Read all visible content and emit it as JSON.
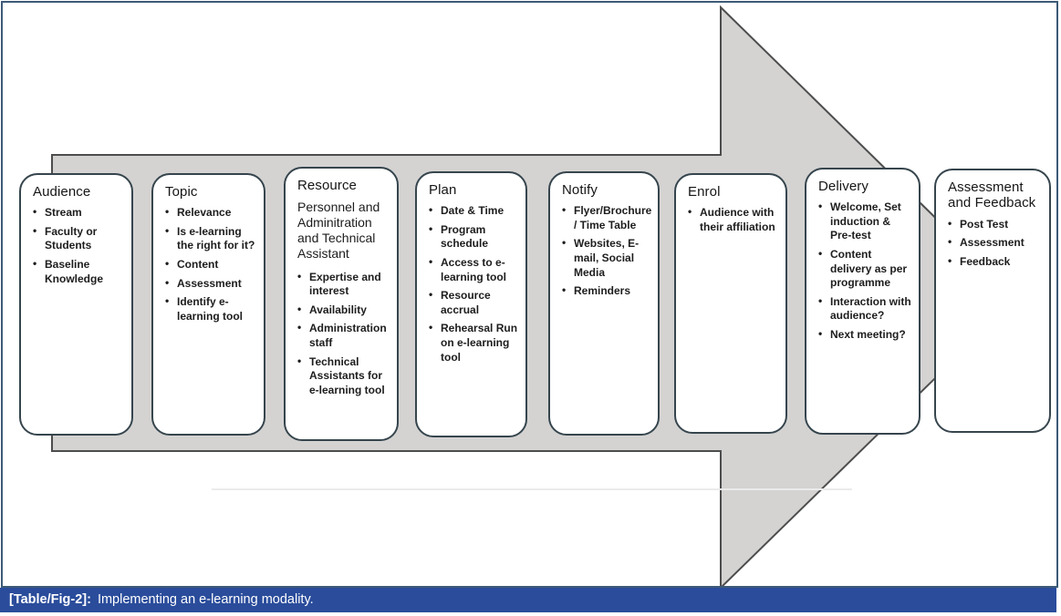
{
  "figure": {
    "caption": {
      "label": "[Table/Fig-2]:",
      "text": "Implementing an e-learning modality."
    },
    "colors": {
      "arrow_fill": "#d4d3d2",
      "arrow_stroke": "#4d4d4d",
      "box_border": "#36454d",
      "box_fill": "#ffffff",
      "frame_border": "#3d5a77",
      "caption_bg": "#2a4c9b",
      "caption_text": "#ffffff"
    },
    "steps": [
      {
        "title": "Audience",
        "bullets": [
          "Stream",
          "Faculty or Students",
          "Baseline Knowledge"
        ]
      },
      {
        "title": "Topic",
        "bullets": [
          "Relevance",
          "Is e-learning the right for it?",
          "Content",
          "Assessment",
          "Identify e-learning tool"
        ]
      },
      {
        "title": "Resource",
        "subtitle": "Personnel and Adminitration and Technical Assistant",
        "bullets": [
          "Expertise and interest",
          "Availability",
          "Administration staff",
          "Technical Assistants for e-learning tool"
        ]
      },
      {
        "title": "Plan",
        "bullets": [
          "Date & Time",
          "Program schedule",
          "Access to e-learning tool",
          "Resource accrual",
          "Rehearsal Run on e-learning tool"
        ]
      },
      {
        "title": "Notify",
        "bullets": [
          "Flyer/Brochure / Time Table",
          "Websites, E-mail, Social Media",
          "Reminders"
        ]
      },
      {
        "title": "Enrol",
        "bullets": [
          "Audience with their affiliation"
        ]
      },
      {
        "title": "Delivery",
        "bullets": [
          "Welcome, Set induction & Pre-test",
          "Content delivery as per programme",
          "Interaction with audience?",
          "Next meeting?"
        ]
      },
      {
        "title": "Assessment and Feedback",
        "bullets": [
          "Post Test",
          "Assessment",
          "Feedback"
        ]
      }
    ]
  }
}
